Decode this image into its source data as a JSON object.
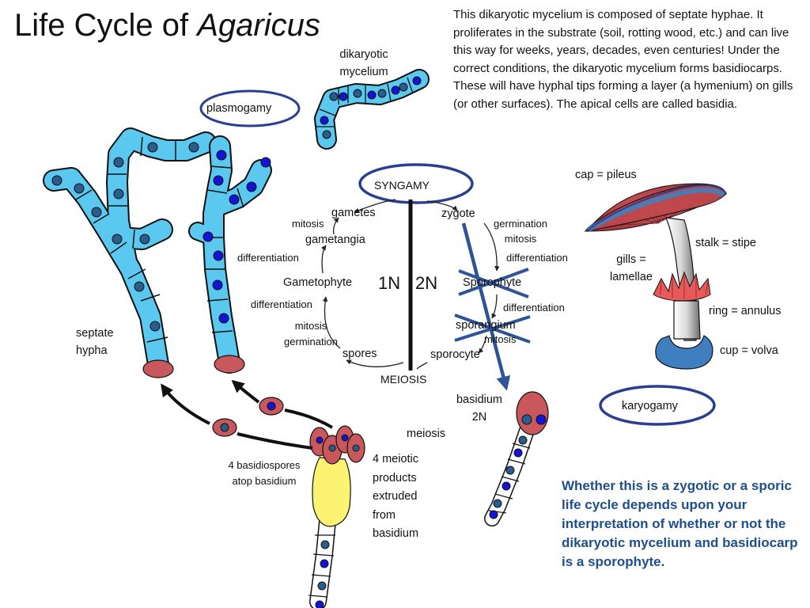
{
  "title": {
    "prefix": "Life Cycle of ",
    "italic": "Agaricus"
  },
  "description": "This dikaryotic mycelium is composed of septate hyphae. It proliferates in the substrate (soil, rotting wood, etc.) and can live this way for weeks, years, decades, even centuries! Under the correct conditions, the dikaryotic mycelium forms basidiocarps. These will have hyphal tips forming a layer (a hymenium) on gills (or other surfaces). The apical cells are called basidia.",
  "labels": {
    "dikaryotic_mycelium_1": "dikaryotic",
    "dikaryotic_mycelium_2": "mycelium",
    "plasmogamy": "plasmogamy",
    "septate_hypha_1": "septate",
    "septate_hypha_2": "hypha",
    "cap": "cap = pileus",
    "stalk": "stalk = stipe",
    "gills_1": "gills =",
    "gills_2": "lamellae",
    "ring": "ring = annulus",
    "cup": "cup = volva",
    "karyogamy": "karyogamy",
    "basidium_1": "basidium",
    "basidium_2": "2N",
    "meiosis": "meiosis",
    "basidiospores_1": "4 basidiospores",
    "basidiospores_2": "atop basidium",
    "meiotic_1": "4 meiotic",
    "meiotic_2": "products",
    "meiotic_3": "extruded",
    "meiotic_4": "from",
    "meiotic_5": "basidium"
  },
  "cycle": {
    "syngamy": "SYNGAMY",
    "meiosis": "MEIOSIS",
    "haploid": "1N",
    "diploid": "2N",
    "gametes": "gametes",
    "zygote": "zygote",
    "gametangia": "gametangia",
    "gametophyte": "Gametophyte",
    "sporophyte": "Sporophyte",
    "sporangium": "sporangium",
    "spores": "spores",
    "sporocyte": "sporocyte",
    "mitosis_top": "mitosis",
    "germination_mitosis_1": "germination",
    "germination_mitosis_2": "mitosis",
    "differentiation_l1": "differentiation",
    "differentiation_r1": "differentiation",
    "differentiation_l2": "differentiation",
    "differentiation_r2": "differentiation",
    "mitosis_germination_1": "mitosis",
    "mitosis_germination_2": "germination",
    "mitosis_right": "mitosis"
  },
  "conclusion": "Whether this is a zygotic or a sporic life cycle depends upon your interpretation of whether or not the dikaryotic mycelium and basidiocarp is a sporophyte.",
  "colors": {
    "hypha": "#5bc8ef",
    "nucleus_dark": "#2a5d8c",
    "nucleus_blue": "#1414d9",
    "spore": "#c8585c",
    "basidium": "#fbf371",
    "cap": "#c0484c",
    "volva": "#3f7fc0",
    "ellipse_outline": "#2a3f8f",
    "cross": "#2e5497",
    "note_text": "#1f4e8c"
  }
}
